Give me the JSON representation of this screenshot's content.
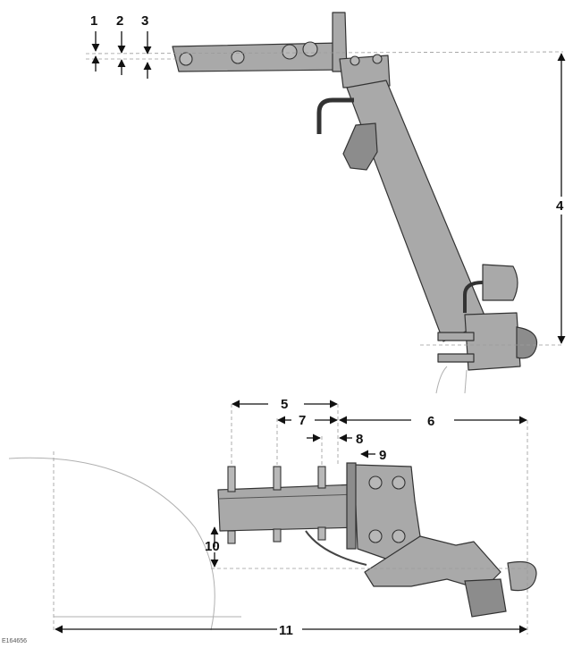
{
  "callouts": [
    "1",
    "2",
    "3",
    "4",
    "5",
    "6",
    "7",
    "8",
    "9",
    "10",
    "11"
  ],
  "reference_code": "E164656",
  "colors": {
    "part_fill": "#a9a9a9",
    "outline": "#333333",
    "dimension": "#111111"
  }
}
